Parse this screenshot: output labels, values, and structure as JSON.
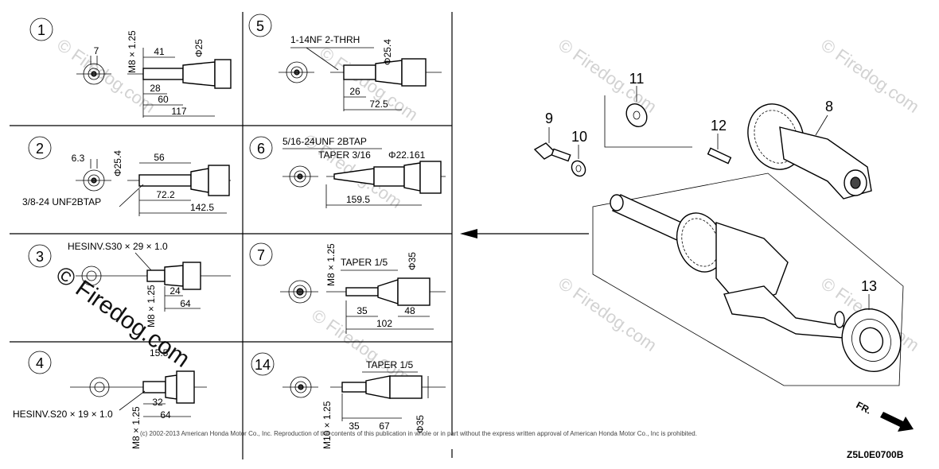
{
  "panels": [
    {
      "num": "1",
      "labels": [
        "7",
        "M8 × 1.25",
        "41",
        "Φ25",
        "28",
        "60",
        "117"
      ]
    },
    {
      "num": "5",
      "labels": [
        "1-14NF 2-THRH",
        "Φ25.4",
        "26",
        "72.5"
      ]
    },
    {
      "num": "2",
      "labels": [
        "6.3",
        "Φ25.4",
        "56",
        "72.2",
        "142.5",
        "3/8-24 UNF2BTAP"
      ]
    },
    {
      "num": "6",
      "labels": [
        "5/16-24UNF 2BTAP",
        "TAPER 3/16",
        "Φ22.161",
        "159.5"
      ]
    },
    {
      "num": "3",
      "labels": [
        "HESINV.S30 × 29 × 1.0",
        "24",
        "64",
        "M8 × 1.25"
      ]
    },
    {
      "num": "7",
      "labels": [
        "M8 × 1.25",
        "TAPER 1/5",
        "Φ35",
        "35",
        "48",
        "102"
      ]
    },
    {
      "num": "4",
      "labels": [
        "15.5",
        "32",
        "64",
        "HESINV.S20 × 19 × 1.0",
        "M8 × 1.25"
      ]
    },
    {
      "num": "14",
      "labels": [
        "TAPER 1/5",
        "M10 × 1.25",
        "35",
        "67",
        "Φ35"
      ]
    }
  ],
  "callouts": [
    "8",
    "9",
    "10",
    "11",
    "12",
    "13"
  ],
  "watermark": "© Firedog.com",
  "copyright": "(c) 2002-2013 American Honda Motor Co., Inc. Reproduction of the contents of this publication in whole or in part without the express written approval of American Honda Motor Co., Inc is prohibited.",
  "diagram_code": "Z5L0E0700B",
  "fr_label": "FR."
}
